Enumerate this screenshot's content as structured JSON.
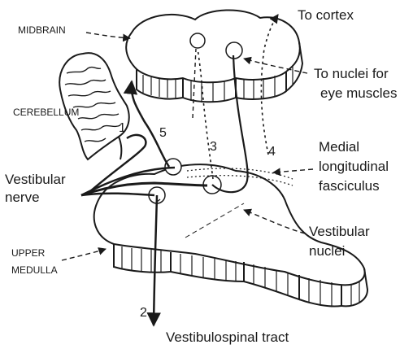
{
  "labels": {
    "midbrain": "MIDBRAIN",
    "cerebellum": "CEREBELLUM",
    "upper_medulla_line1": "UPPER",
    "upper_medulla_line2": "MEDULLA",
    "to_cortex": "To cortex",
    "to_nuclei_line1": "To nuclei for",
    "to_nuclei_line2": "eye muscles",
    "vestibular_nerve_line1": "Vestibular",
    "vestibular_nerve_line2": "nerve",
    "mlf_line1": "Medial",
    "mlf_line2": "longitudinal",
    "mlf_line3": "fasciculus",
    "vestibular_nuclei_line1": "Vestibular",
    "vestibular_nuclei_line2": "nuclei",
    "vestibulospinal_tract": "Vestibulospinal tract"
  },
  "pathway_numbers": {
    "p1": "1",
    "p2": "2",
    "p3": "3",
    "p4": "4",
    "p5": "5"
  },
  "colors": {
    "ink": "#1a1a1a",
    "background": "#ffffff"
  }
}
